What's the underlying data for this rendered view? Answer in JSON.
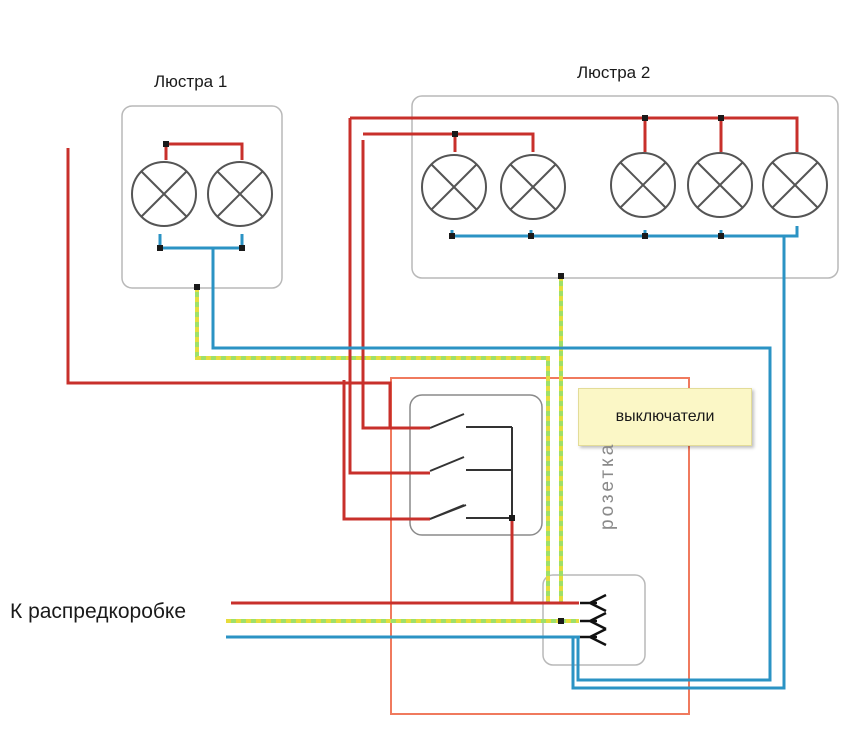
{
  "labels": {
    "chandelier_1": "Люстра 1",
    "chandelier_2": "Люстра 2",
    "switches": "выключатели",
    "socket": "розетка",
    "to_junction_box": "К распредкоробке"
  },
  "colors": {
    "phase": "#c8302b",
    "neutral": "#2b93c4",
    "ground_green": "#9ee06a",
    "ground_yellow": "#e6dc3c",
    "switch_block": "#f07a5e",
    "device_box": "#b9b9b9",
    "wire_dark": "#333333",
    "note_background": "#fbf7c6"
  },
  "chandelier_1": {
    "lamp_count": 2
  },
  "chandelier_2": {
    "lamp_count": 5
  },
  "switch_gangs": 3,
  "socket_terminals": 3
}
